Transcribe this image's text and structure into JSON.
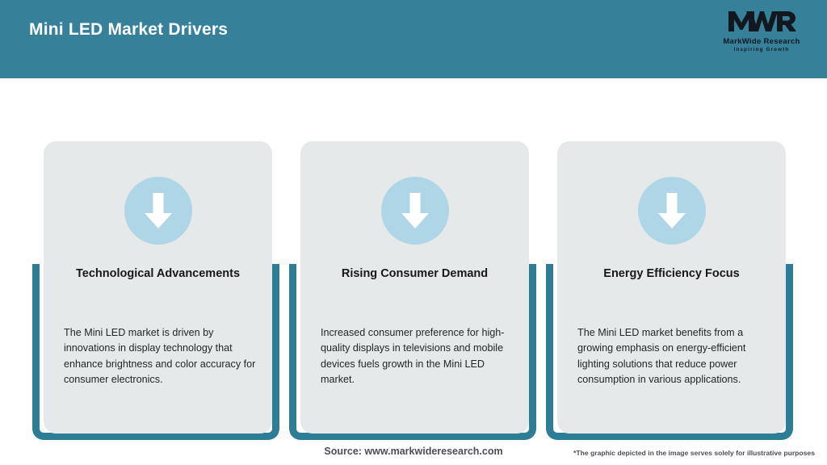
{
  "header": {
    "title": "Mini LED Market Drivers",
    "bg_color": "#36809a",
    "title_color": "#ffffff"
  },
  "logo": {
    "mark": "MWR",
    "name": "MarkWide Research",
    "tagline": "Inspiring Growth"
  },
  "theme": {
    "teal": "#2e7d96",
    "card_bg": "#e6e9ea",
    "badge_blue": "#aed6e6",
    "page_bg": "#ffffff"
  },
  "cards": [
    {
      "icon": "down-arrow-icon",
      "title": "Technological Advancements",
      "body": "The Mini LED market is driven by innovations in display technology that enhance brightness and color accuracy for consumer electronics."
    },
    {
      "icon": "down-arrow-icon",
      "title": "Rising Consumer Demand",
      "body": "Increased consumer preference for high-quality displays in televisions and mobile devices fuels growth in the Mini LED market."
    },
    {
      "icon": "down-arrow-icon",
      "title": "Energy Efficiency Focus",
      "body": "The Mini LED market benefits from a growing emphasis on energy-efficient lighting solutions that reduce power consumption in various applications."
    }
  ],
  "footer": {
    "source": "Source: www.markwideresearch.com",
    "disclaimer": "*The graphic depicted in the image serves solely for illustrative purposes"
  }
}
